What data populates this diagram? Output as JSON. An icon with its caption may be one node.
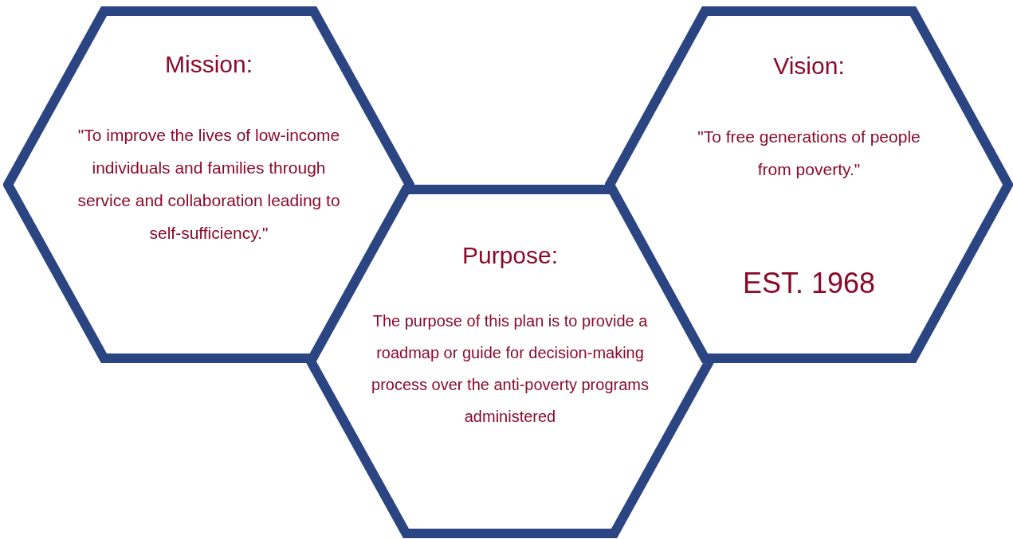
{
  "diagram": {
    "nodes": [
      {
        "text": [
          "Mission:",
          "\"To improve the lives of low-income individuals and families through service and collaboration leading to self-sufficiency.\""
        ]
      },
      {
        "text": [
          "Purpose:",
          "The purpose of this plan is to provide a roadmap or guide for decision-making process over the anti-poverty programs administered"
        ]
      },
      {
        "text": [
          "Vision:",
          "\"To free generations of people from poverty.\"",
          "EST. 1968"
        ]
      }
    ]
  }
}
